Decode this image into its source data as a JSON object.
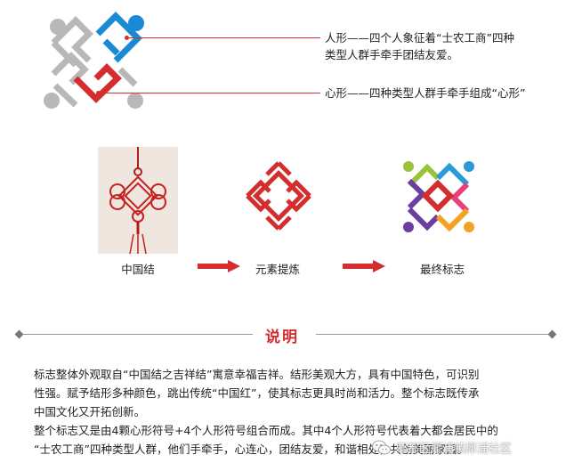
{
  "annotations": [
    {
      "line1": "人形——四个人象征着“士农工商”四种",
      "line2": "类型人群手牵手团结友爱。"
    },
    {
      "line1": "心形——四种类型人群手牵手组成“心形”"
    }
  ],
  "steps": [
    {
      "caption": "中国结"
    },
    {
      "caption": "元素提炼"
    },
    {
      "caption": "最终标志"
    }
  ],
  "section_title": "说明",
  "paragraphs": [
    "标志整体外观取自“中国结之吉祥结”寓意幸福吉祥。结形美观大方，具有中国特色，可识别",
    "性强。赋予结形多种颜色，跳出传统“中国红”，使其标志更具时尚和活力。整个标志既传承",
    "中国文化又开拓创新。",
    "整个标志又是由4颗心形符号+4个人形符号组合而成。其中4个人形符号代表着大都会居民中的",
    "“士农工商”四种类型人群，他们手牵手，心连心，团结友爱，和谐相处，共创美丽家园。"
  ],
  "watermark": "郫都区犀浦镇犀浦社区",
  "colors": {
    "red": "#d42d2d",
    "blue": "#1a8ad4",
    "gray": "#b8b8b8",
    "arrow": "#d42d2d"
  },
  "icons": [
    "knot-logo-icon",
    "chinese-knot-icon",
    "red-knot-icon",
    "colorful-logo-icon",
    "arrow-right-icon",
    "wechat-icon"
  ]
}
